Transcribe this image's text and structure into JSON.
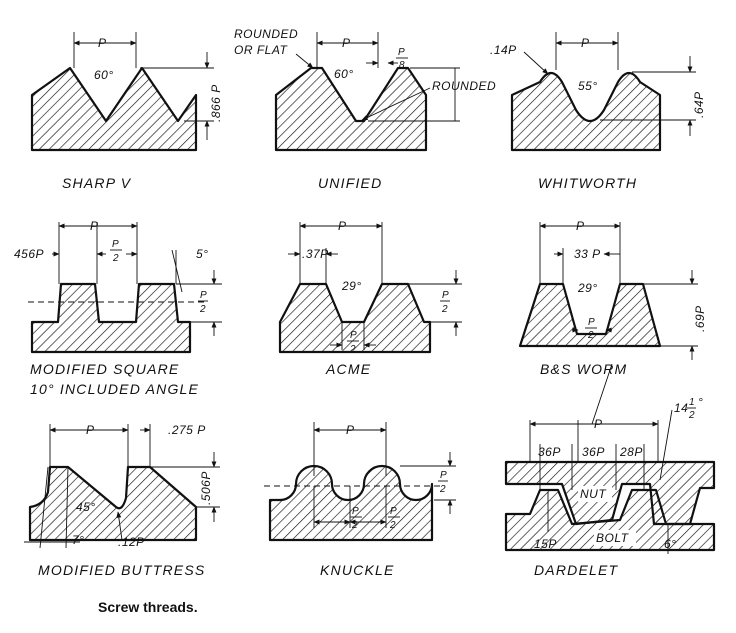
{
  "caption": "Screw threads.",
  "threads": {
    "sharp_v": {
      "name": "SHARP V",
      "pitch": "P",
      "angle": "60°",
      "depth": ".866 P"
    },
    "unified": {
      "name": "UNIFIED",
      "pitch": "P",
      "crest_note": "ROUNDED",
      "crest_note2": "OR FLAT",
      "angle": "60°",
      "flat_num": "P",
      "flat_den": "8",
      "root_note": "ROUNDED"
    },
    "whitworth": {
      "name": "WHITWORTH",
      "pitch": "P",
      "radius": ".14P",
      "angle": "55°",
      "depth": ".64P"
    },
    "modified_square": {
      "name": "MODIFIED SQUARE",
      "name2": "10° INCLUDED ANGLE",
      "pitch": "P",
      "width": "456P",
      "half_num": "P",
      "half_den": "2",
      "angle": "5°",
      "depth_num": "P",
      "depth_den": "2"
    },
    "acme": {
      "name": "ACME",
      "pitch": "P",
      "flat": ".37P",
      "angle": "29°",
      "depth_num": "P",
      "depth_den": "2",
      "root_num": "P",
      "root_den": "2"
    },
    "bs_worm": {
      "name": "B&S WORM",
      "pitch": "P",
      "flat": "33 P",
      "angle": "29°",
      "root_num": "P",
      "root_den": "2",
      "depth": ".69P"
    },
    "modified_buttress": {
      "name": "MODIFIED BUTTRESS",
      "pitch": "P",
      "flat": ".275 P",
      "depth": ".506P",
      "angle": "45°",
      "angle2": "7°",
      "root": ".12P"
    },
    "knuckle": {
      "name": "KNUCKLE",
      "pitch": "P",
      "depth_num": "P",
      "depth_den": "2",
      "half1_num": "P",
      "half1_den": "2",
      "half2_num": "P",
      "half2_den": "2"
    },
    "dardelet": {
      "name": "DARDELET",
      "pitch": "P",
      "angle_whole": "14",
      "angle_num": "1",
      "angle_den": "2",
      "angle_unit": "°",
      "seg1": "36P",
      "seg2": "36P",
      "seg3": "28P",
      "nut": "NUT",
      "bolt": "BOLT",
      "root": "15P",
      "angle2": "6°"
    }
  }
}
